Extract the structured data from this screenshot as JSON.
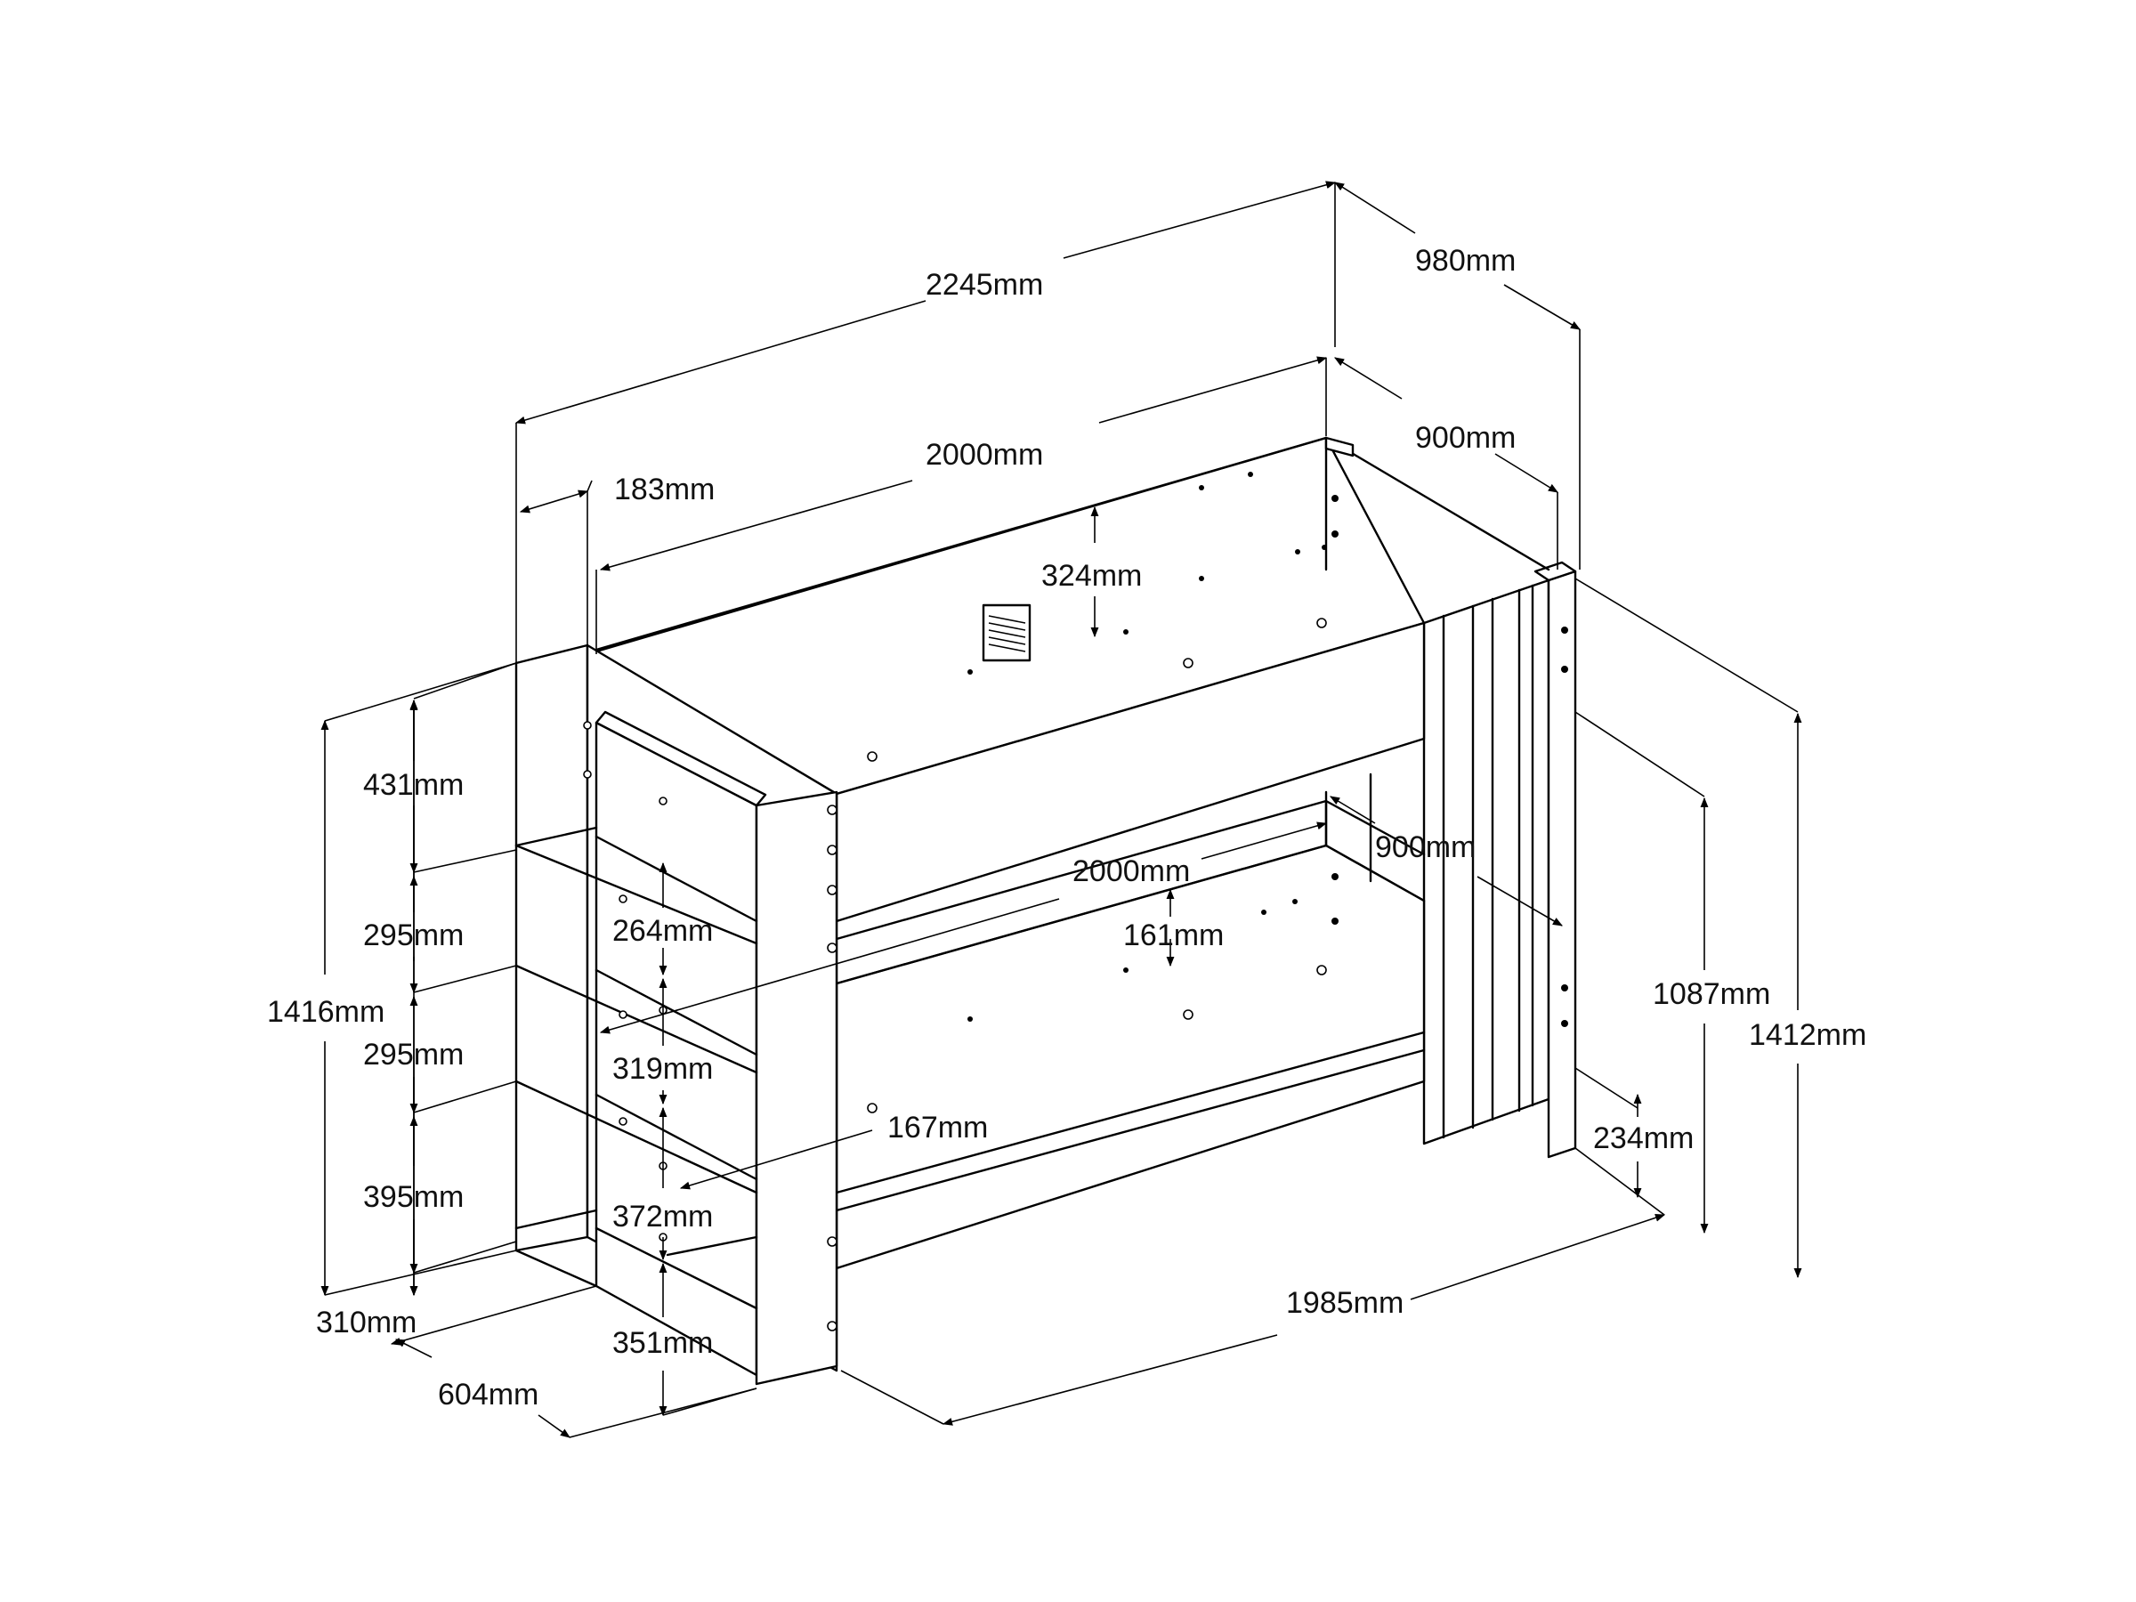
{
  "dimensions": {
    "overall_length": "2245mm",
    "overall_depth": "980mm",
    "inner_length_top": "2000mm",
    "inner_width_top": "900mm",
    "top_rail_height": "324mm",
    "stair_step_depth": "183mm",
    "stair_rise_1": "431mm",
    "stair_rise_2": "295mm",
    "stair_rise_3": "295mm",
    "stair_rise_4": "395mm",
    "stair_total_height": "1416mm",
    "stair_base_depth": "310mm",
    "stair_width": "604mm",
    "shelf_gap_1": "264mm",
    "shelf_gap_2": "319mm",
    "shelf_depth": "167mm",
    "shelf_gap_3": "372mm",
    "shelf_gap_4": "351mm",
    "inner_length_bottom": "2000mm",
    "inner_width_bottom": "900mm",
    "bottom_rail_height": "161mm",
    "frame_length": "1985mm",
    "lower_bunk_height": "1087mm",
    "overall_height": "1412mm",
    "floor_clearance": "234mm"
  }
}
